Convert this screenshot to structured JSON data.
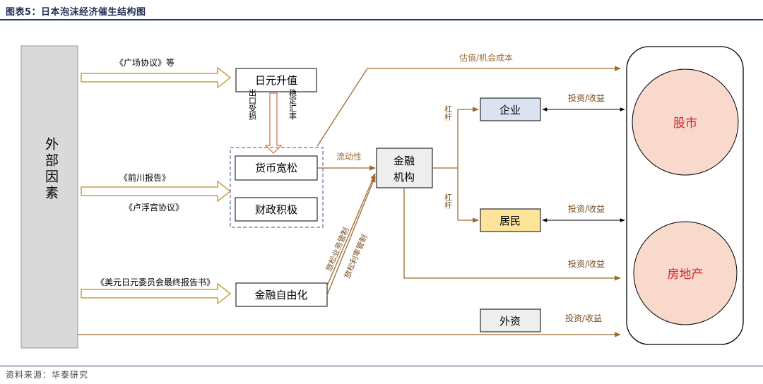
{
  "header": {
    "title": "图表5：日本泡沫经济催生结构图"
  },
  "footer": {
    "source": "资料来源：华泰研究"
  },
  "colors": {
    "arrow_brown": "#9c6b2e",
    "double_arrow": "#c8a03c",
    "box_enterprise": "#dbe3f3",
    "box_resident": "#fde49a",
    "box_foreign": "#eeeeee",
    "circle_fill": "#f8d9cc",
    "circle_text": "#d0242a",
    "panel_fill": "#d9d9d9"
  },
  "diagram": {
    "external": "外部因素",
    "accords": {
      "plaza": "《广场协议》等",
      "maekawa": "《前川报告》",
      "louvre": "《卢浮宫协议》",
      "yen_dollar": "《美元日元委员会最终报告书》"
    },
    "nodes": {
      "yen_appreciation": "日元升值",
      "monetary_easing": "货币宽松",
      "fiscal_active": "财政积极",
      "financial_liberalization": "金融自由化",
      "financial_institutions_1": "金融",
      "financial_institutions_2": "机构",
      "enterprise": "企业",
      "resident": "居民",
      "foreign_capital": "外资",
      "stock_market": "股市",
      "real_estate": "房地产"
    },
    "edge_labels": {
      "export_loss": "出口受损",
      "stable_fx": "稳定汇率",
      "valuation": "估值/机会成本",
      "liquidity": "流动性",
      "leverage_top": "杠杆",
      "leverage_bottom": "杠杆",
      "dereg_business": "放松业务管制",
      "dereg_rate": "放松利率管制",
      "inv_return_enterprise": "投资/收益",
      "inv_return_resident": "投资/收益",
      "inv_return_fin": "投资/收益",
      "inv_return_foreign": "投资/收益"
    }
  }
}
